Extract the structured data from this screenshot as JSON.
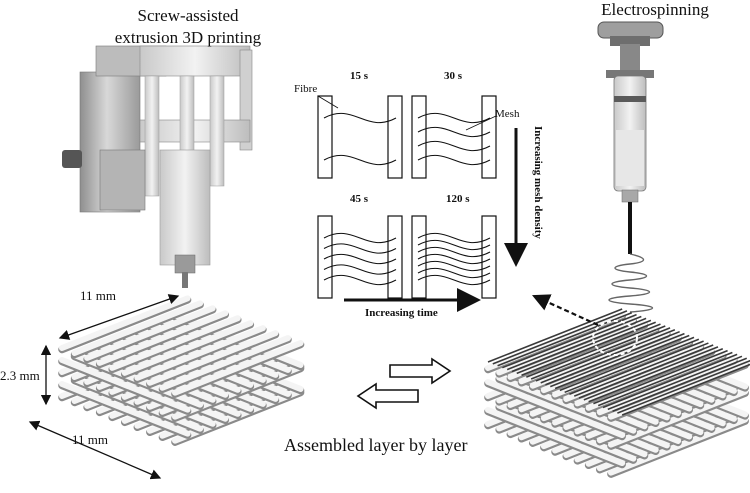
{
  "labels": {
    "screw_title_line1": "Screw-assisted",
    "screw_title_line2": "extrusion 3D printing",
    "electrospinning": "Electrospinning",
    "dim_top": "11 mm",
    "dim_side": "2.3 mm",
    "dim_bottom": "11 mm",
    "assembled": "Assembled layer by layer"
  },
  "inset": {
    "panels": [
      {
        "time": "15 s",
        "lines": 2
      },
      {
        "time": "30 s",
        "lines": 4
      },
      {
        "time": "45 s",
        "lines": 5
      },
      {
        "time": "120 s",
        "lines": 7
      }
    ],
    "fibre_label": "Fibre",
    "mesh_label": "Mesh",
    "increasing_time": "Increasing time",
    "increasing_mesh_density": "Increasing mesh density"
  }
}
